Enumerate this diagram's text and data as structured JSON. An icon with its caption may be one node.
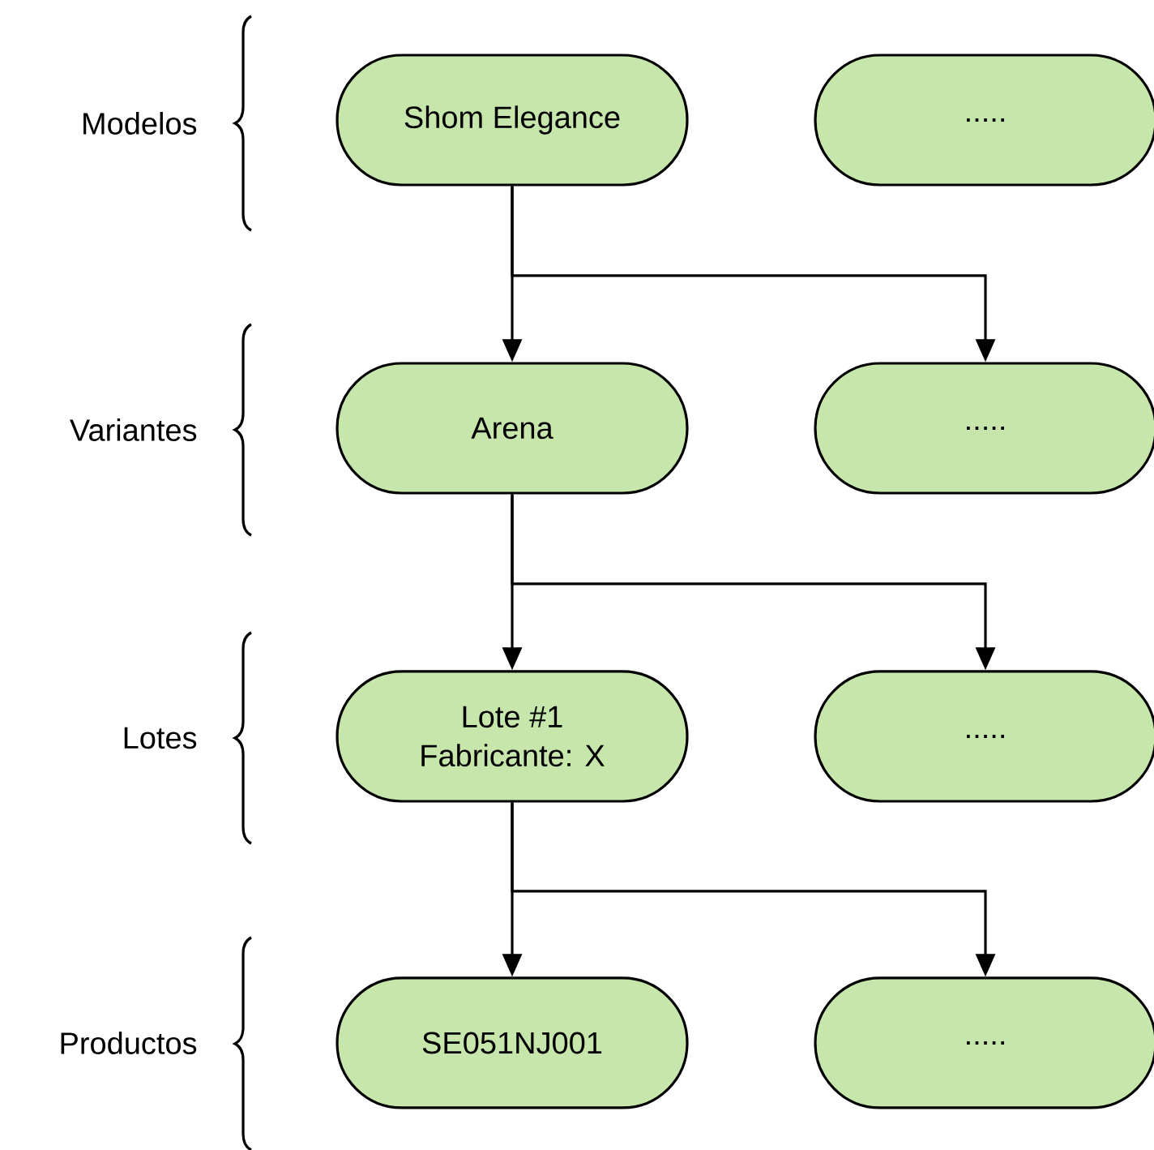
{
  "diagram": {
    "nodes": [
      {
        "text": [
          "Shom Elegance"
        ]
      },
      {
        "text": [
          "....."
        ]
      },
      {
        "text": [
          "Arena"
        ]
      },
      {
        "text": [
          "....."
        ]
      },
      {
        "text": [
          "Lote #1",
          "Fabricante: X"
        ]
      },
      {
        "text": [
          "....."
        ]
      },
      {
        "text": [
          "SE051NJ001"
        ]
      },
      {
        "text": [
          "....."
        ]
      }
    ],
    "edges": [
      {
        "from": 0,
        "to": 2,
        "arrow": "to"
      },
      {
        "from": 0,
        "to": 3,
        "arrow": "to"
      },
      {
        "from": 2,
        "to": 4,
        "arrow": "to"
      },
      {
        "from": 2,
        "to": 5,
        "arrow": "to"
      },
      {
        "from": 4,
        "to": 6,
        "arrow": "to"
      },
      {
        "from": 4,
        "to": 7,
        "arrow": "to"
      }
    ],
    "labels": [
      "Modelos",
      "Variantes",
      "Lotes",
      "Productos"
    ]
  }
}
